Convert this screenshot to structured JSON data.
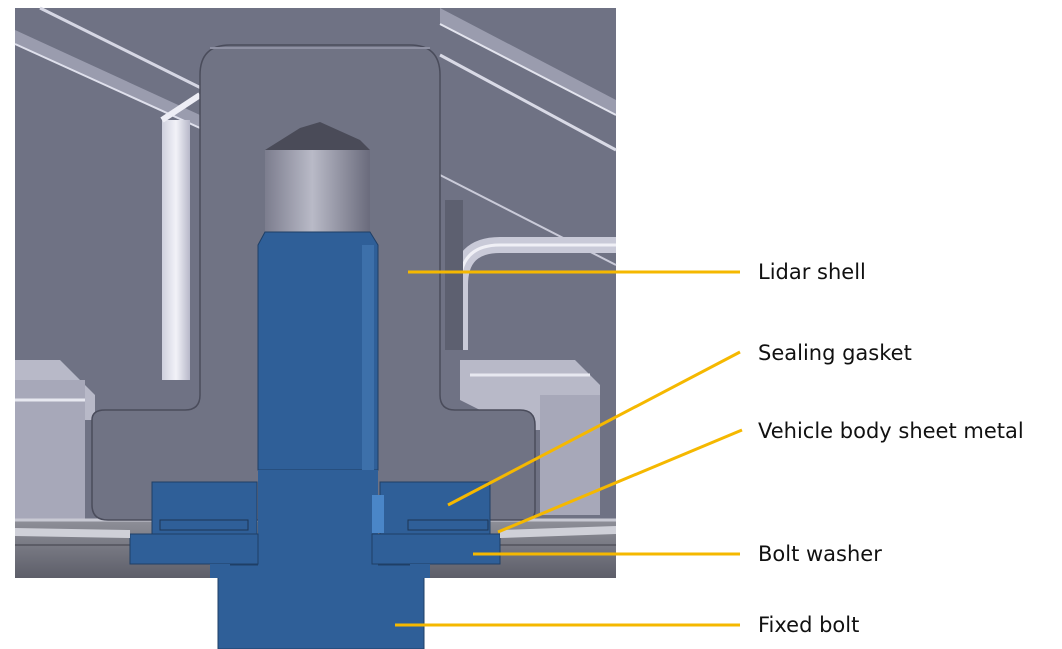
{
  "labels": {
    "lidar_shell": "Lidar shell",
    "sealing_gasket": "Sealing gasket",
    "vehicle_body_sheet_metal": "Vehicle body sheet metal",
    "bolt_washer": "Bolt washer",
    "fixed_bolt": "Fixed bolt"
  },
  "colors": {
    "background_cavity": "#6f7284",
    "shell_section": "#707384",
    "bolt_blue": "#2f5f98",
    "leader_line": "#f5b800",
    "rib_highlight": "#dfe0ec"
  }
}
